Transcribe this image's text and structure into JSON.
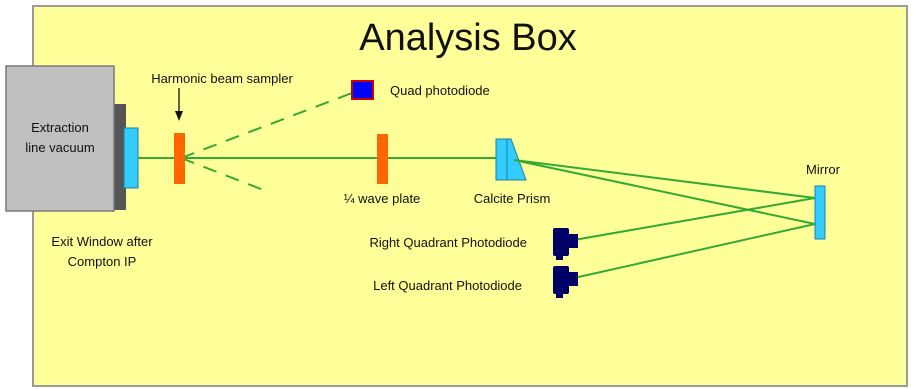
{
  "title": "Analysis Box",
  "labels": {
    "extraction_line1": "Extraction",
    "extraction_line2": "line vacuum",
    "exit_window_line1": "Exit Window after",
    "exit_window_line2": "Compton IP",
    "harmonic_sampler": "Harmonic beam sampler",
    "quad_photodiode": "Quad photodiode",
    "wave_plate": "¼ wave plate",
    "calcite_prism": "Calcite Prism",
    "mirror": "Mirror",
    "right_quadrant": "Right Quadrant Photodiode",
    "left_quadrant": "Left Quadrant Photodiode"
  },
  "colors": {
    "box_fill": "#ffff99",
    "box_border": "#9a9a9a",
    "vacuum_fill": "#c0c0c0",
    "vacuum_shadow": "#555555",
    "window_fill": "#33ccff",
    "beam": "#33aa33",
    "sampler": "#ff6600",
    "quad_fill": "#0000ff",
    "quad_border": "#cc0000",
    "photodiode": "#000066"
  },
  "icons": {
    "right_photodiode": "photodiode-icon",
    "left_photodiode": "photodiode-icon",
    "quad_photodiode": "quad-photodiode-icon"
  }
}
